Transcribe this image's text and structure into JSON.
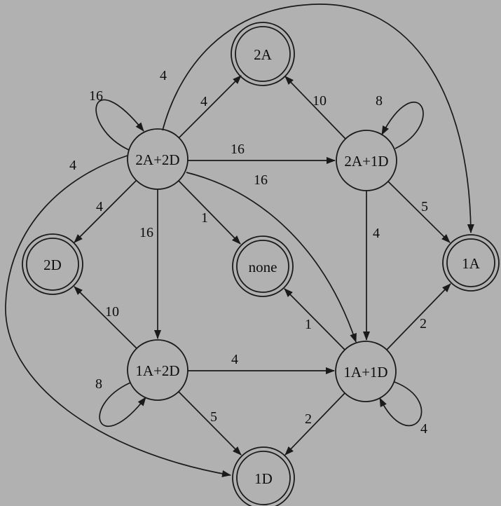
{
  "diagram": {
    "background_color": "#b1b1b1",
    "line_color": "#1a1a1a",
    "text_color": "#0d0d0d",
    "nodes": {
      "n2a": {
        "label": "2A",
        "accepting": true
      },
      "n2a2d": {
        "label": "2A+2D",
        "accepting": false
      },
      "n2a1d": {
        "label": "2A+1D",
        "accepting": false
      },
      "n2d": {
        "label": "2D",
        "accepting": true
      },
      "nnone": {
        "label": "none",
        "accepting": true
      },
      "n1a": {
        "label": "1A",
        "accepting": true
      },
      "n1a2d": {
        "label": "1A+2D",
        "accepting": false
      },
      "n1a1d": {
        "label": "1A+1D",
        "accepting": false
      },
      "n1d": {
        "label": "1D",
        "accepting": true
      }
    },
    "edges": {
      "e_2a2d_self": {
        "from": "2A+2D",
        "to": "2A+2D",
        "label": "16"
      },
      "e_2a2d_2a": {
        "from": "2A+2D",
        "to": "2A",
        "label": "4"
      },
      "e_2a2d_1a": {
        "from": "2A+2D",
        "to": "1A",
        "label": "4"
      },
      "e_2a1d_2a": {
        "from": "2A+1D",
        "to": "2A",
        "label": "10"
      },
      "e_2a1d_self": {
        "from": "2A+1D",
        "to": "2A+1D",
        "label": "8"
      },
      "e_2a2d_2a1d": {
        "from": "2A+2D",
        "to": "2A+1D",
        "label": "16"
      },
      "e_2a2d_1d": {
        "from": "2A+2D",
        "to": "1D",
        "label": "4"
      },
      "e_2a2d_2d": {
        "from": "2A+2D",
        "to": "2D",
        "label": "4"
      },
      "e_2a2d_1a2d": {
        "from": "2A+2D",
        "to": "1A+2D",
        "label": "16"
      },
      "e_2a2d_none": {
        "from": "2A+2D",
        "to": "none",
        "label": "1"
      },
      "e_2a2d_1a1d": {
        "from": "2A+2D",
        "to": "1A+1D",
        "label": "16"
      },
      "e_2a1d_1a": {
        "from": "2A+1D",
        "to": "1A",
        "label": "5"
      },
      "e_2a1d_1a1d": {
        "from": "2A+1D",
        "to": "1A+1D",
        "label": "4"
      },
      "e_1a2d_2d": {
        "from": "1A+2D",
        "to": "2D",
        "label": "10"
      },
      "e_1a1d_none": {
        "from": "1A+1D",
        "to": "none",
        "label": "1"
      },
      "e_1a1d_1a": {
        "from": "1A+1D",
        "to": "1A",
        "label": "2"
      },
      "e_1a2d_self": {
        "from": "1A+2D",
        "to": "1A+2D",
        "label": "8"
      },
      "e_1a2d_1a1d": {
        "from": "1A+2D",
        "to": "1A+1D",
        "label": "4"
      },
      "e_1a2d_1d": {
        "from": "1A+2D",
        "to": "1D",
        "label": "5"
      },
      "e_1a1d_1d": {
        "from": "1A+1D",
        "to": "1D",
        "label": "2"
      },
      "e_1a1d_self": {
        "from": "1A+1D",
        "to": "1A+1D",
        "label": "4"
      }
    }
  }
}
